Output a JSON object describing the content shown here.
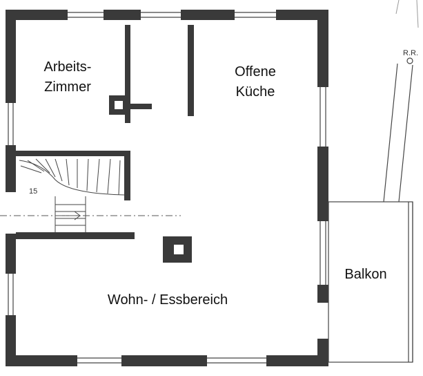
{
  "plan": {
    "rooms": [
      {
        "id": "arbeitszimmer",
        "lines": [
          "Arbeits-",
          "Zimmer"
        ]
      },
      {
        "id": "offene-kueche",
        "lines": [
          "Offene",
          "Küche"
        ]
      },
      {
        "id": "wohn-essbereich",
        "lines": [
          "Wohn- / Essbereich"
        ]
      },
      {
        "id": "balkon",
        "lines": [
          "Balkon"
        ]
      }
    ],
    "notes": {
      "rr": "R.R.",
      "stair_number": "15"
    },
    "colors": {
      "wall": "#3a3a3a",
      "line": "#444444",
      "paper": "#ffffff"
    }
  }
}
